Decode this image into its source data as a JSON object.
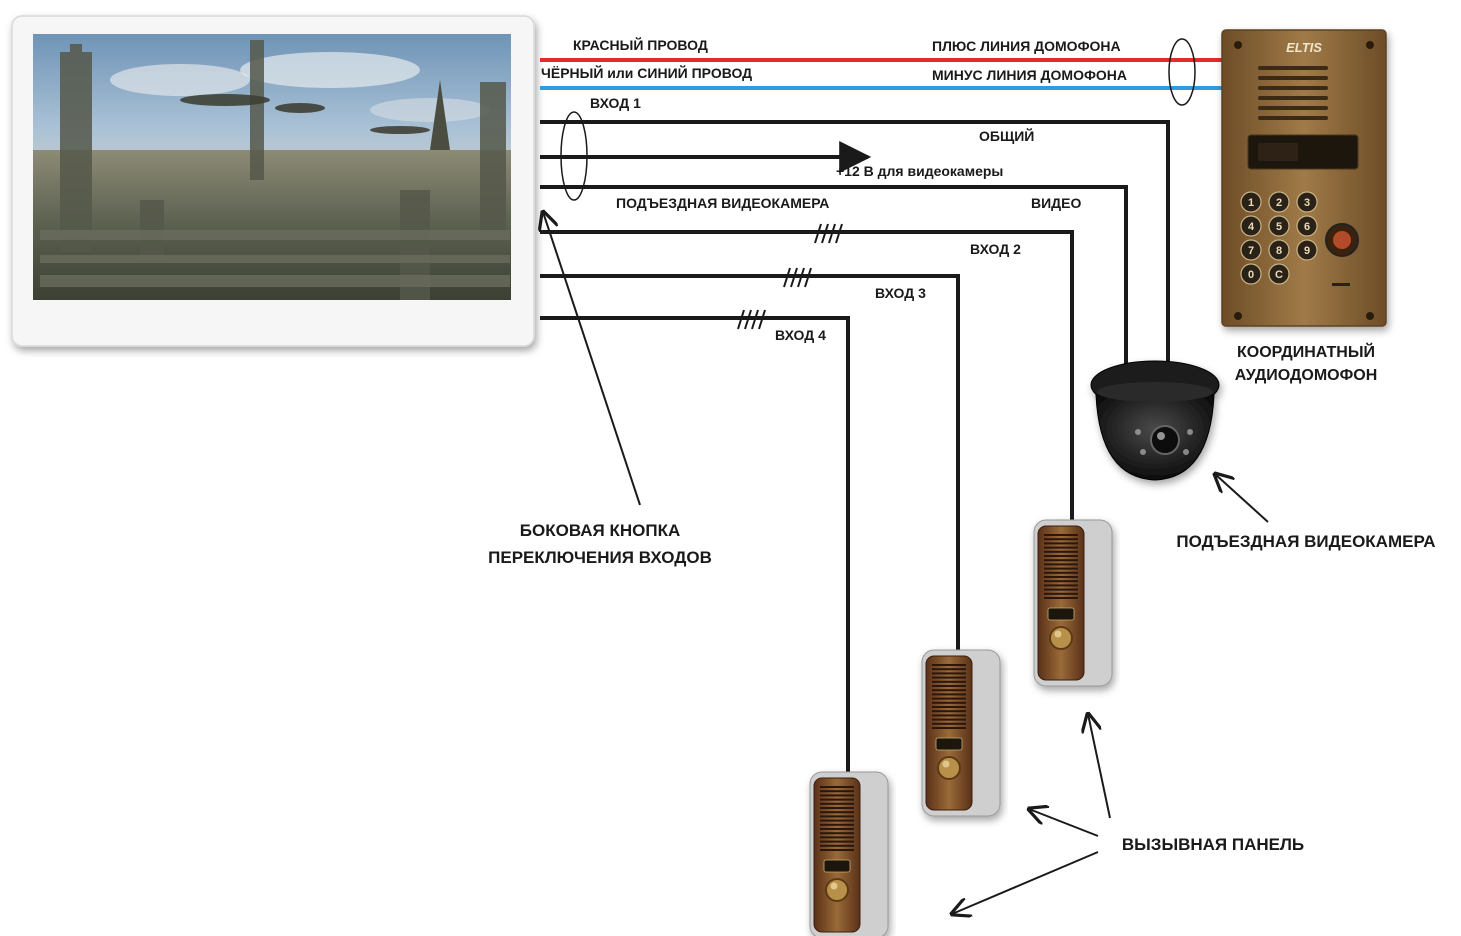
{
  "labels": {
    "red_wire": "КРАСНЫЙ  ПРОВОД",
    "black_wire": "ЧЁРНЫЙ или СИНИЙ  ПРОВОД",
    "plus_line": "ПЛЮС  ЛИНИЯ ДОМОФОНА",
    "minus_line": "МИНУС ЛИНИЯ ДОМОФОНА",
    "input1": "ВХОД 1",
    "common": "ОБЩИЙ",
    "plus12": "+12 В для видеокамеры",
    "entrance_cam_wire": "ПОДЪЕЗДНАЯ ВИДЕОКАМЕРА",
    "video": "ВИДЕО",
    "input2": "ВХОД 2",
    "input3": "ВХОД 3",
    "input4": "ВХОД 4",
    "side_button_line1": "БОКОВАЯ КНОПКА",
    "side_button_line2": "ПЕРЕКЛЮЧЕНИЯ ВХОДОВ",
    "coord_intercom_line1": "КООРДИНАТНЫЙ",
    "coord_intercom_line2": "АУДИОДОМОФОН",
    "entrance_camera": "ПОДЪЕЗДНАЯ ВИДЕОКАМЕРА",
    "call_panel": "ВЫЗЫВНАЯ ПАНЕЛЬ",
    "brand": "ELTIS",
    "keypad_keys": [
      "1",
      "2",
      "3",
      "4",
      "5",
      "6",
      "7",
      "8",
      "9",
      "0",
      "C"
    ]
  },
  "colors": {
    "red_wire": "#e32b2b",
    "blue_wire": "#2f9be0",
    "black_wire": "#1a1a1a",
    "panel_copper": "#9a6a38",
    "intercom_bronze": "#8a6a3e"
  }
}
